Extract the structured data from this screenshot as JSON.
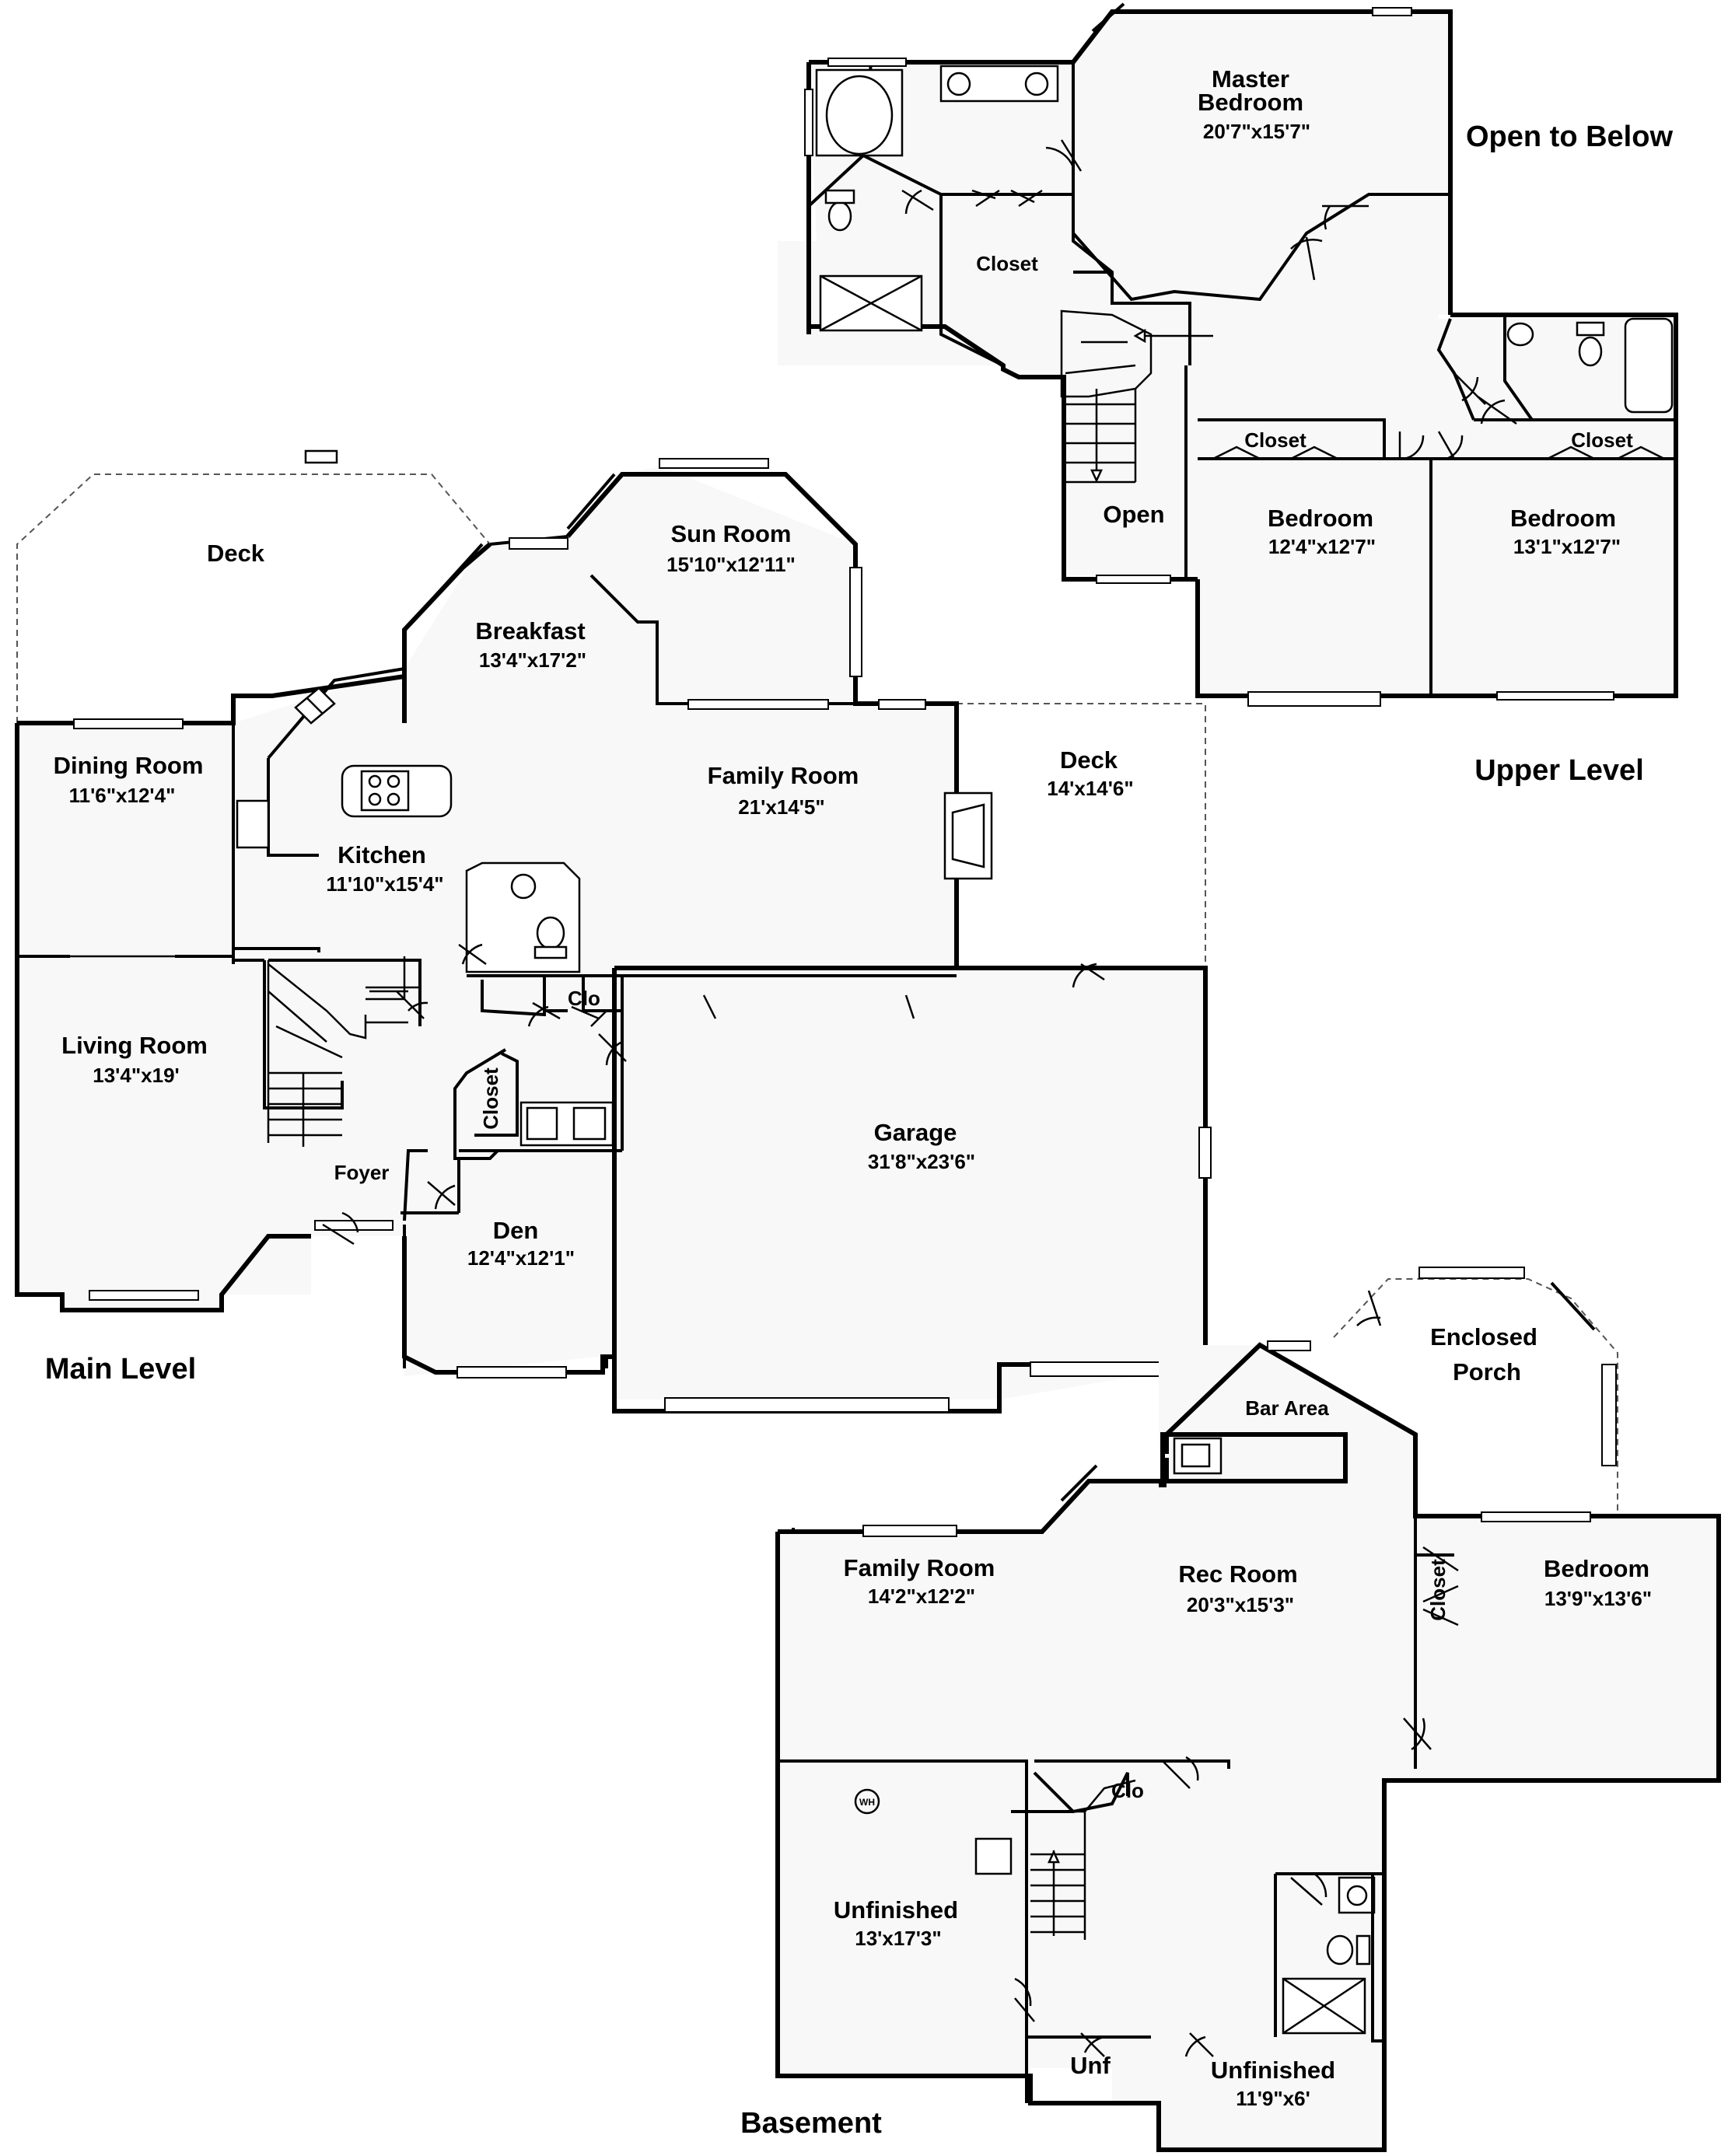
{
  "levels": {
    "upper": "Upper Level",
    "main": "Main Level",
    "basement": "Basement"
  },
  "notes": {
    "open_to_below": "Open to Below"
  },
  "upper_rooms": {
    "master_bedroom_line1": "Master",
    "master_bedroom_line2": "Bedroom",
    "master_bedroom_dim": "20'7\"x15'7\"",
    "closet_master": "Closet",
    "open": "Open",
    "closet_bed1": "Closet",
    "closet_bed2": "Closet",
    "bedroom1": "Bedroom",
    "bedroom1_dim": "12'4\"x12'7\"",
    "bedroom2": "Bedroom",
    "bedroom2_dim": "13'1\"x12'7\""
  },
  "main_rooms": {
    "deck_west": "Deck",
    "sun_room": "Sun Room",
    "sun_room_dim": "15'10\"x12'11\"",
    "breakfast": "Breakfast",
    "breakfast_dim": "13'4\"x17'2\"",
    "dining_room": "Dining Room",
    "dining_room_dim": "11'6\"x12'4\"",
    "family_room": "Family Room",
    "family_room_dim": "21'x14'5\"",
    "deck_east": "Deck",
    "deck_east_dim": "14'x14'6\"",
    "kitchen": "Kitchen",
    "kitchen_dim": "11'10\"x15'4\"",
    "clo": "Clo",
    "living_room": "Living Room",
    "living_room_dim": "13'4\"x19'",
    "closet": "Closet",
    "garage": "Garage",
    "garage_dim": "31'8\"x23'6\"",
    "foyer": "Foyer",
    "den": "Den",
    "den_dim": "12'4\"x12'1\""
  },
  "basement_rooms": {
    "enclosed_porch_line1": "Enclosed",
    "enclosed_porch_line2": "Porch",
    "bar_area": "Bar Area",
    "family_room": "Family Room",
    "family_room_dim": "14'2\"x12'2\"",
    "rec_room": "Rec Room",
    "rec_room_dim": "20'3\"x15'3\"",
    "closet": "Closet",
    "bedroom": "Bedroom",
    "bedroom_dim": "13'9\"x13'6\"",
    "wh": "WH",
    "clo": "Clo",
    "unfinished1": "Unfinished",
    "unfinished1_dim": "13'x17'3\"",
    "unf": "Unf",
    "unfinished2": "Unfinished",
    "unfinished2_dim": "11'9\"x6'"
  }
}
